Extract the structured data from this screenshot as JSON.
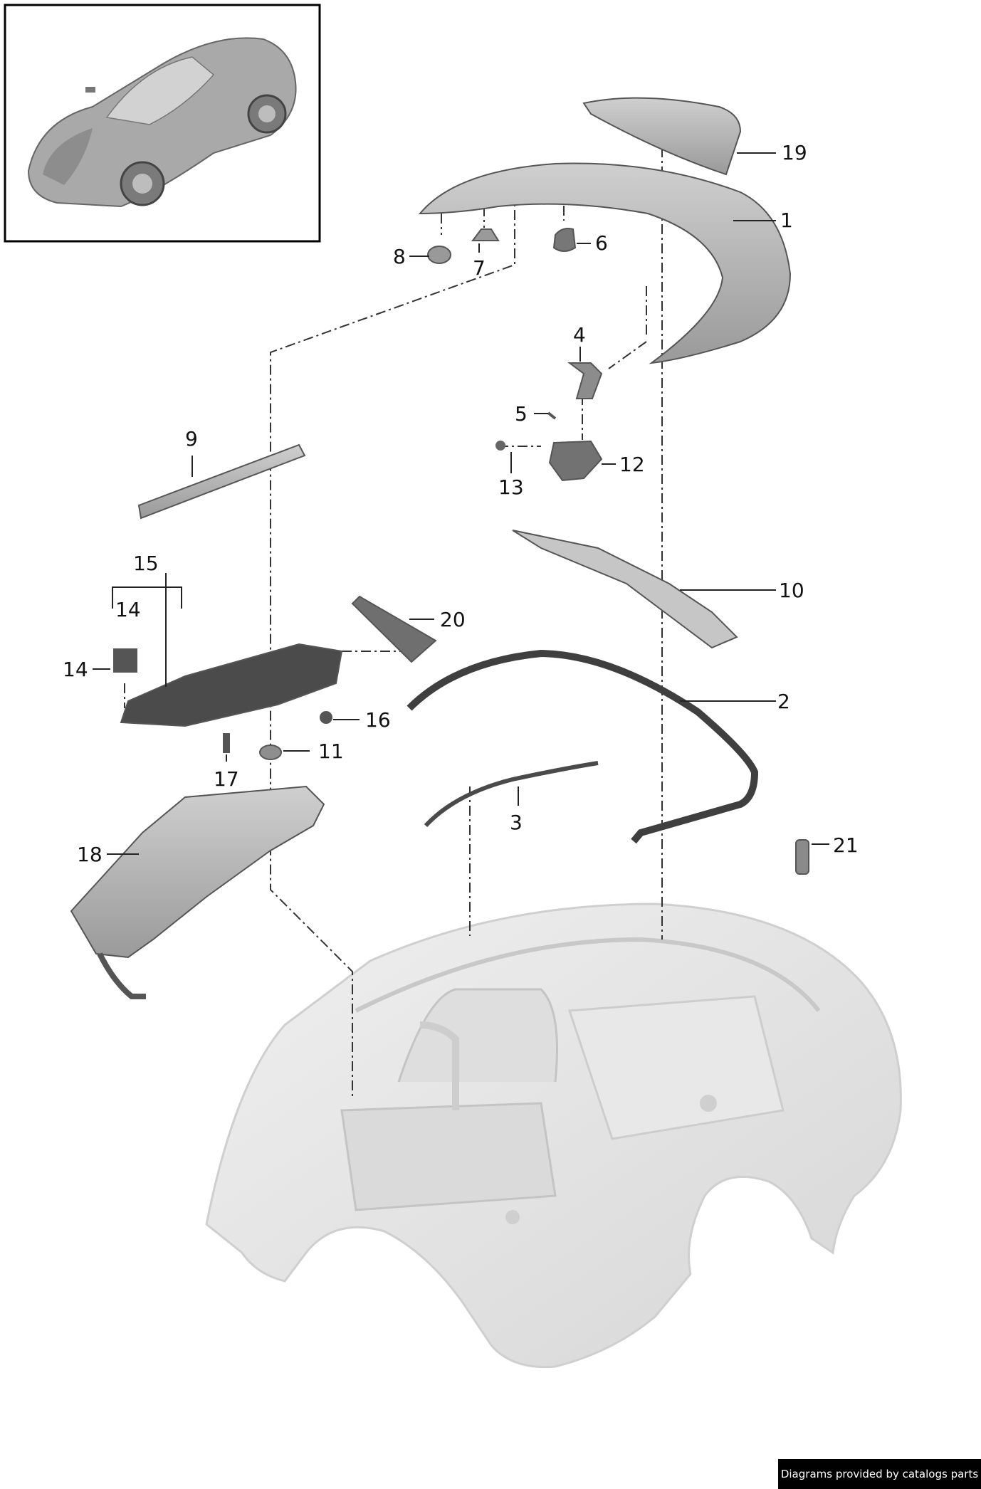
{
  "credit": "Diagrams provided by catalogs parts",
  "colors": {
    "part_fill": "#b8b8b8",
    "part_dark": "#6d6d6d",
    "body_fill": "#e4e4e4",
    "line": "#222222",
    "credit_bg": "#000000"
  },
  "labels": [
    "19",
    "1",
    "8",
    "7",
    "6",
    "4",
    "5",
    "9",
    "13",
    "12",
    "10",
    "15",
    "14",
    "14",
    "20",
    "2",
    "16",
    "17",
    "11",
    "3",
    "21",
    "18"
  ]
}
